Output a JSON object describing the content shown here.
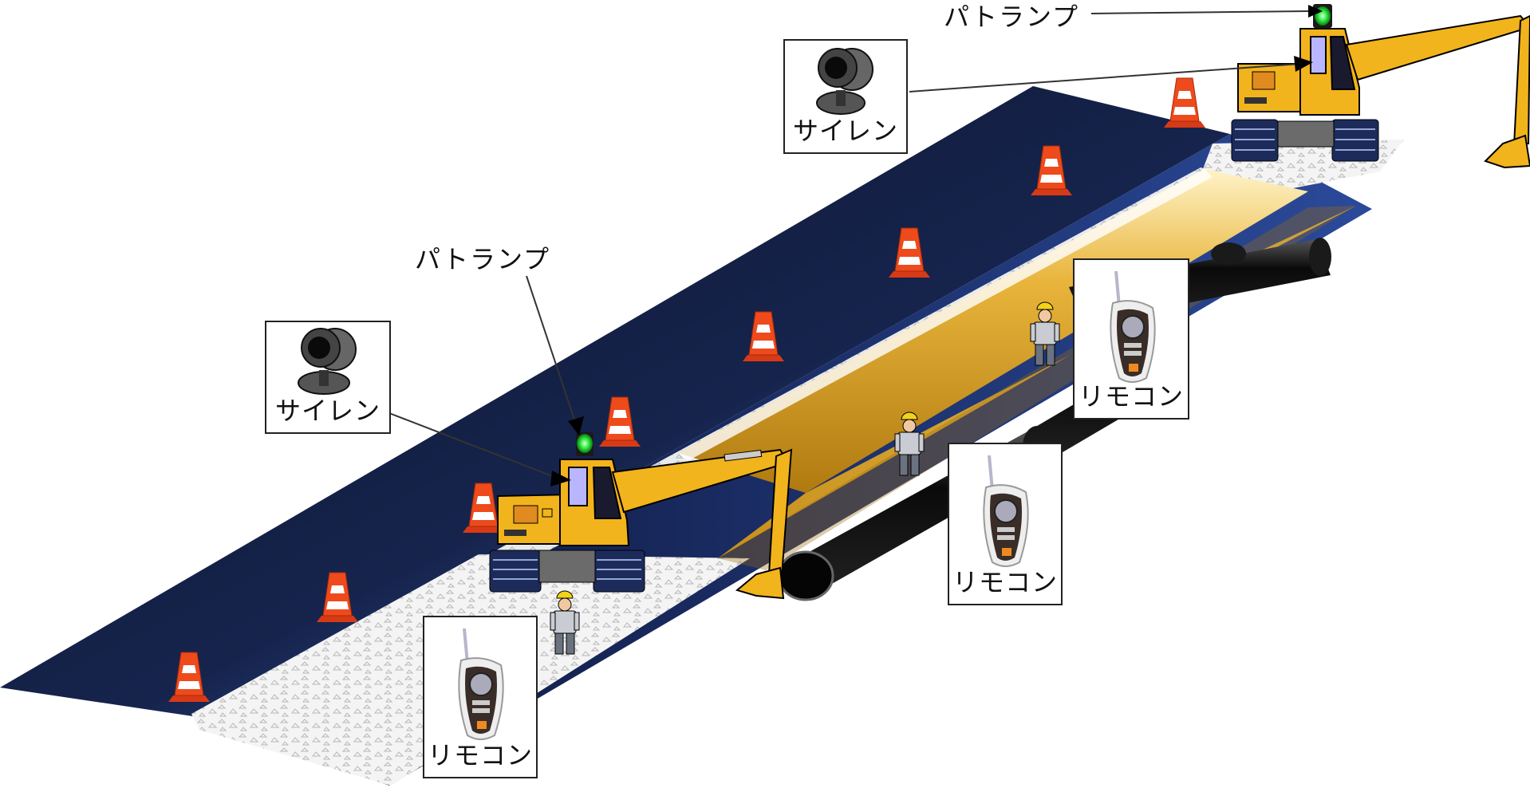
{
  "labels": {
    "patolamp_top": "パトランプ",
    "patolamp_left": "パトランプ",
    "siren_top": "サイレン",
    "siren_left": "サイレン",
    "remote_1": "リモコン",
    "remote_2": "リモコン",
    "remote_3": "リモコン"
  },
  "colors": {
    "road_dark": "#0d1530",
    "road_mid": "#1f3a7a",
    "trench_gold": "#d9a520",
    "excavator_yellow": "#f2b41c",
    "pipe": "#111111",
    "lamp_green": "#22dd33",
    "cone_orange": "#ee3311"
  }
}
